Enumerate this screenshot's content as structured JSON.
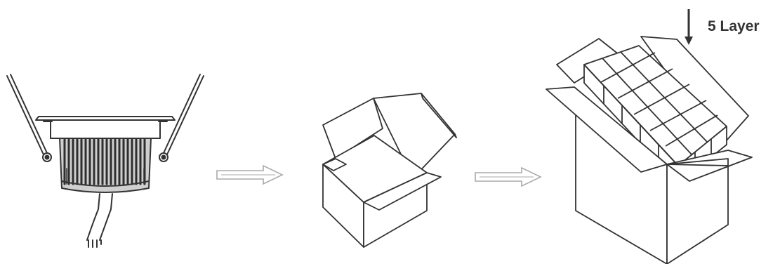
{
  "diagram": {
    "layer_note": "5 Layer",
    "steps": [
      "downlight",
      "inner-box",
      "master-carton"
    ],
    "colors": {
      "line": "#333333",
      "arrow": "#aaaaaa",
      "fin": "#3a3a3a"
    }
  }
}
